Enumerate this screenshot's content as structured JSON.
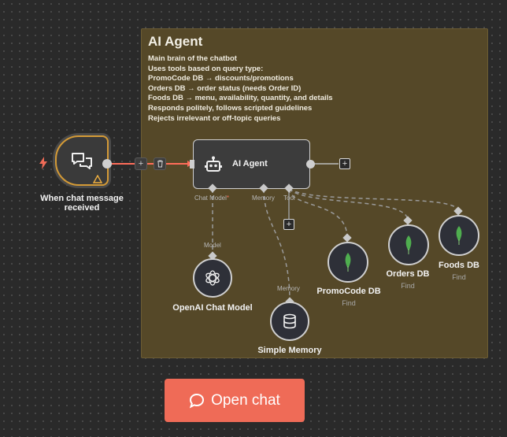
{
  "sticky_note": {
    "title": "AI Agent",
    "lines": [
      "Main brain of the chatbot",
      "Uses tools based on query type:",
      "PromoCode DB → discounts/promotions",
      "Orders DB → order status (needs Order ID)",
      "Foods DB → menu, availability, quantity, and details",
      "Responds politely, follows scripted guidelines",
      "Rejects irrelevant or off-topic queries"
    ]
  },
  "nodes": {
    "trigger": {
      "label_line1": "When chat message",
      "label_line2": "received",
      "icon": "chat-bubbles-icon"
    },
    "agent": {
      "label": "AI Agent",
      "icon": "robot-icon",
      "ports": {
        "chat_model": "Chat Model",
        "required_mark": "*",
        "memory": "Memory",
        "tool": "Tool"
      }
    },
    "openai": {
      "label": "OpenAI Chat Model",
      "port_label": "Model",
      "icon": "openai-icon"
    },
    "memory": {
      "label": "Simple Memory",
      "port_label": "Memory",
      "icon": "database-icon"
    },
    "promocode": {
      "label": "PromoCode DB",
      "sub": "Find",
      "icon": "mongodb-leaf-icon"
    },
    "orders": {
      "label": "Orders DB",
      "sub": "Find",
      "icon": "mongodb-leaf-icon"
    },
    "foods": {
      "label": "Foods DB",
      "sub": "Find",
      "icon": "mongodb-leaf-icon"
    }
  },
  "controls": {
    "add_symbol": "+",
    "open_chat_label": "Open chat"
  },
  "colors": {
    "canvas": "#2a2a2a",
    "sticky": "#554828",
    "accent": "#ef6b57",
    "trigger_border": "#d49a36",
    "mongo_green": "#4fae4f",
    "connection": "#ff6d5a"
  }
}
